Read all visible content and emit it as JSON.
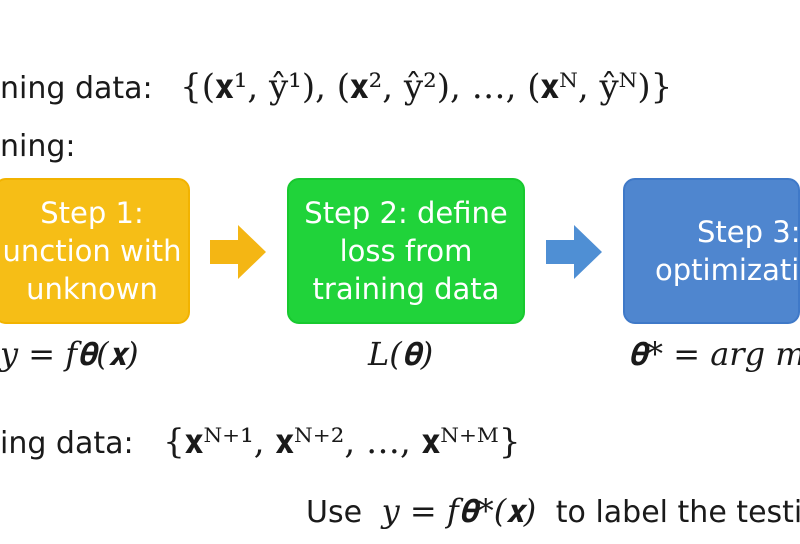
{
  "content": {
    "training_data": {
      "label": "ning data:",
      "set": "{(𝐱¹, ŷ¹), (𝐱², ŷ²), …, (𝐱ᴺ, ŷᴺ)}"
    },
    "training_heading": "ning:",
    "steps": [
      {
        "line1": "Step 1:",
        "line2": "unction with",
        "line3": "unknown"
      },
      {
        "line1": "Step 2: define",
        "line2": "loss from",
        "line3": "training data"
      },
      {
        "line1": "Step 3:",
        "line2": "optimizatio"
      }
    ],
    "formulas": {
      "step1": "y = f𝛉(𝐱)",
      "step2": "L(𝛉)",
      "step3": "𝛉* = arg m"
    },
    "testing_data": {
      "label": "ing data:",
      "set": "{𝐱ᴺ⁺¹, 𝐱ᴺ⁺², …, 𝐱ᴺ⁺ᴹ}"
    },
    "use_line": {
      "prefix": "Use",
      "formula": "y = f𝛉*(𝐱)",
      "suffix": "to label the testing"
    }
  },
  "colors": {
    "step1_fill": "#f6be16",
    "step1_border": "#f2b300",
    "step2_fill": "#20d33a",
    "step2_border": "#18c92f",
    "step3_fill": "#4f86cf",
    "step3_border": "#3f79c8",
    "arrow_yellow": "#f4b614",
    "arrow_blue": "#4f8fd4",
    "text": "#1a1a1a"
  }
}
